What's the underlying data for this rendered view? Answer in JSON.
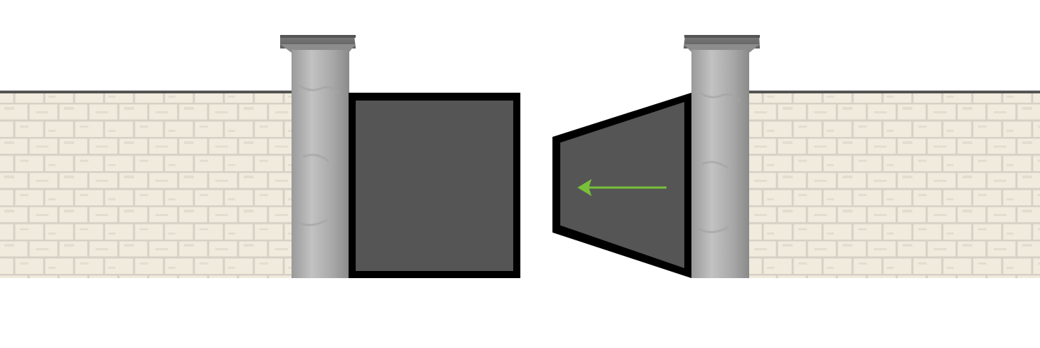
{
  "scene": {
    "description_visible_text": "",
    "colors": {
      "background": "#ffffff",
      "wall_base": "#f1ebde",
      "brick_mortar": "#d6d1c6",
      "wall_top_line": "#555555",
      "pillar_light": "#b6b6b6",
      "pillar_dark": "#8d8d8d",
      "pillar_cap": "#6e6e6e",
      "pillar_cap_top": "#5a5a5a",
      "gate_fill": "#555555",
      "gate_frame": "#000000",
      "arrow": "#78c039"
    },
    "gate_left_state": "closed",
    "gate_right_state": "opening",
    "arrow_direction": "left",
    "icons": [
      "arrow-left-icon"
    ]
  }
}
